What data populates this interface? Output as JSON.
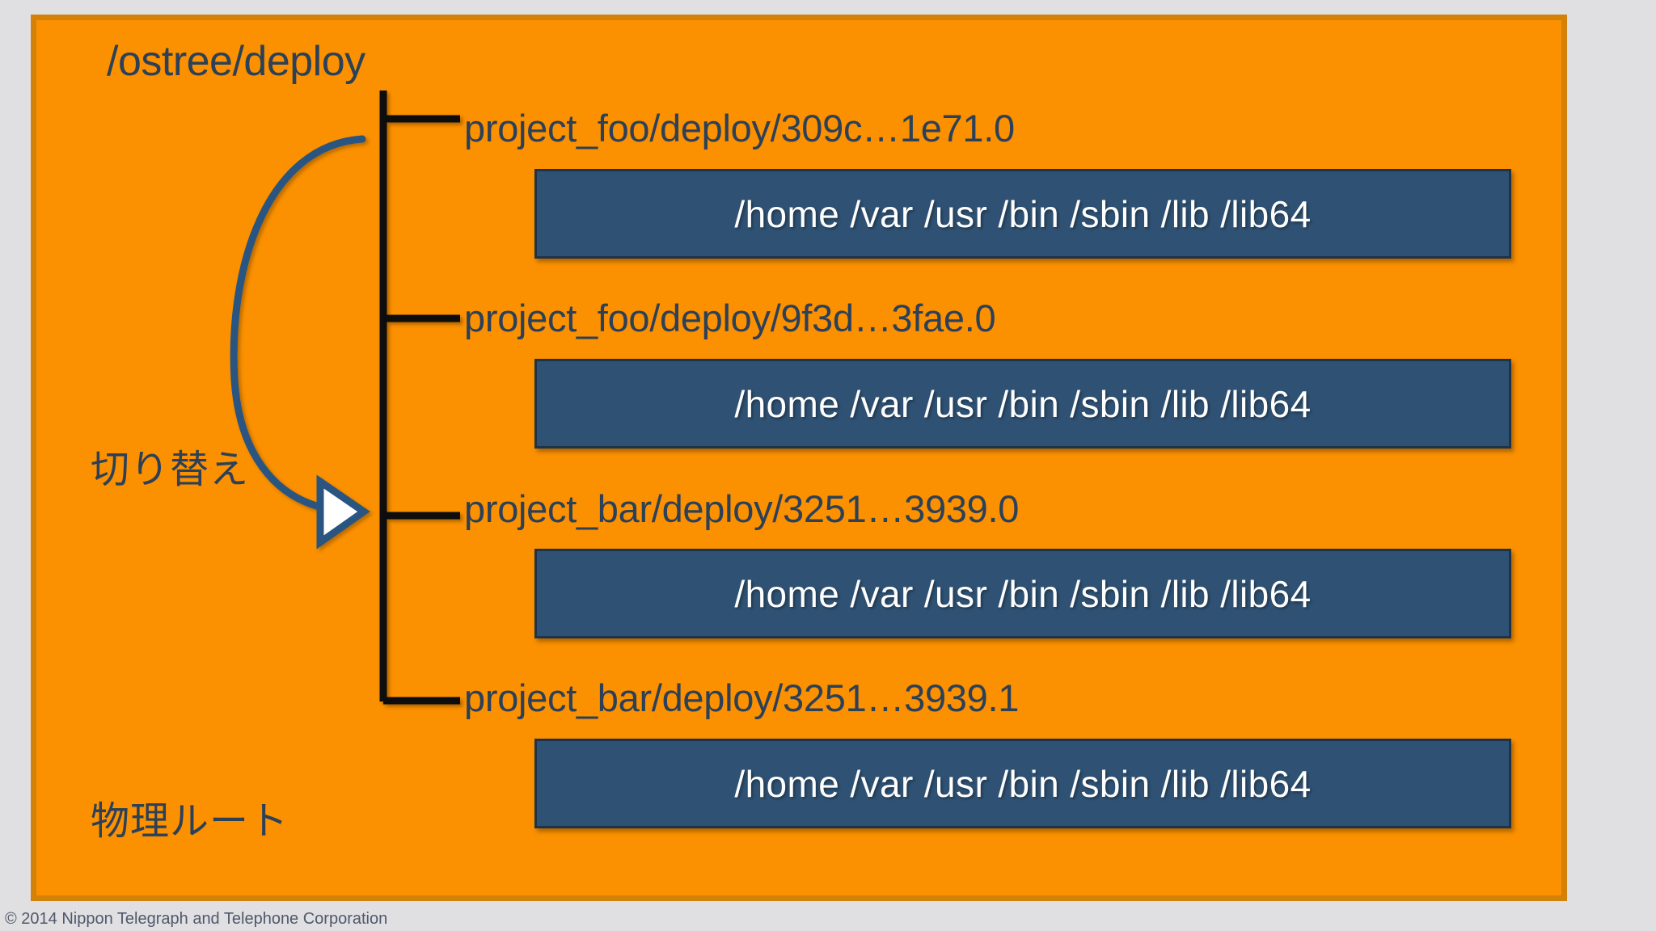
{
  "slide": {
    "background_color": "#e0e0e2",
    "panel_color": "#fb9000",
    "panel_border_color": "#d4810a",
    "text_color": "#2c4058",
    "box_fill_color": "#2f5274",
    "box_border_color": "#1d3349",
    "box_text_color": "#ffffff",
    "arrow_color": "#2a5580",
    "tree_line_color": "#111111"
  },
  "root": {
    "label": "/ostree/deploy"
  },
  "deployments": [
    {
      "label": "project_foo/deploy/309c…1e71.0",
      "dirs": "/home /var /usr /bin /sbin /lib /lib64"
    },
    {
      "label": "project_foo/deploy/9f3d…3fae.0",
      "dirs": "/home /var /usr /bin /sbin /lib /lib64"
    },
    {
      "label": "project_bar/deploy/3251…3939.0",
      "dirs": "/home /var /usr /bin /sbin /lib /lib64"
    },
    {
      "label": "project_bar/deploy/3251…3939.1",
      "dirs": "/home /var /usr /bin /sbin /lib /lib64"
    }
  ],
  "annotations": {
    "switch": "切り替え",
    "physical_root": "物理ルート"
  },
  "footer": {
    "copyright": "© 2014 Nippon Telegraph and Telephone Corporation"
  }
}
